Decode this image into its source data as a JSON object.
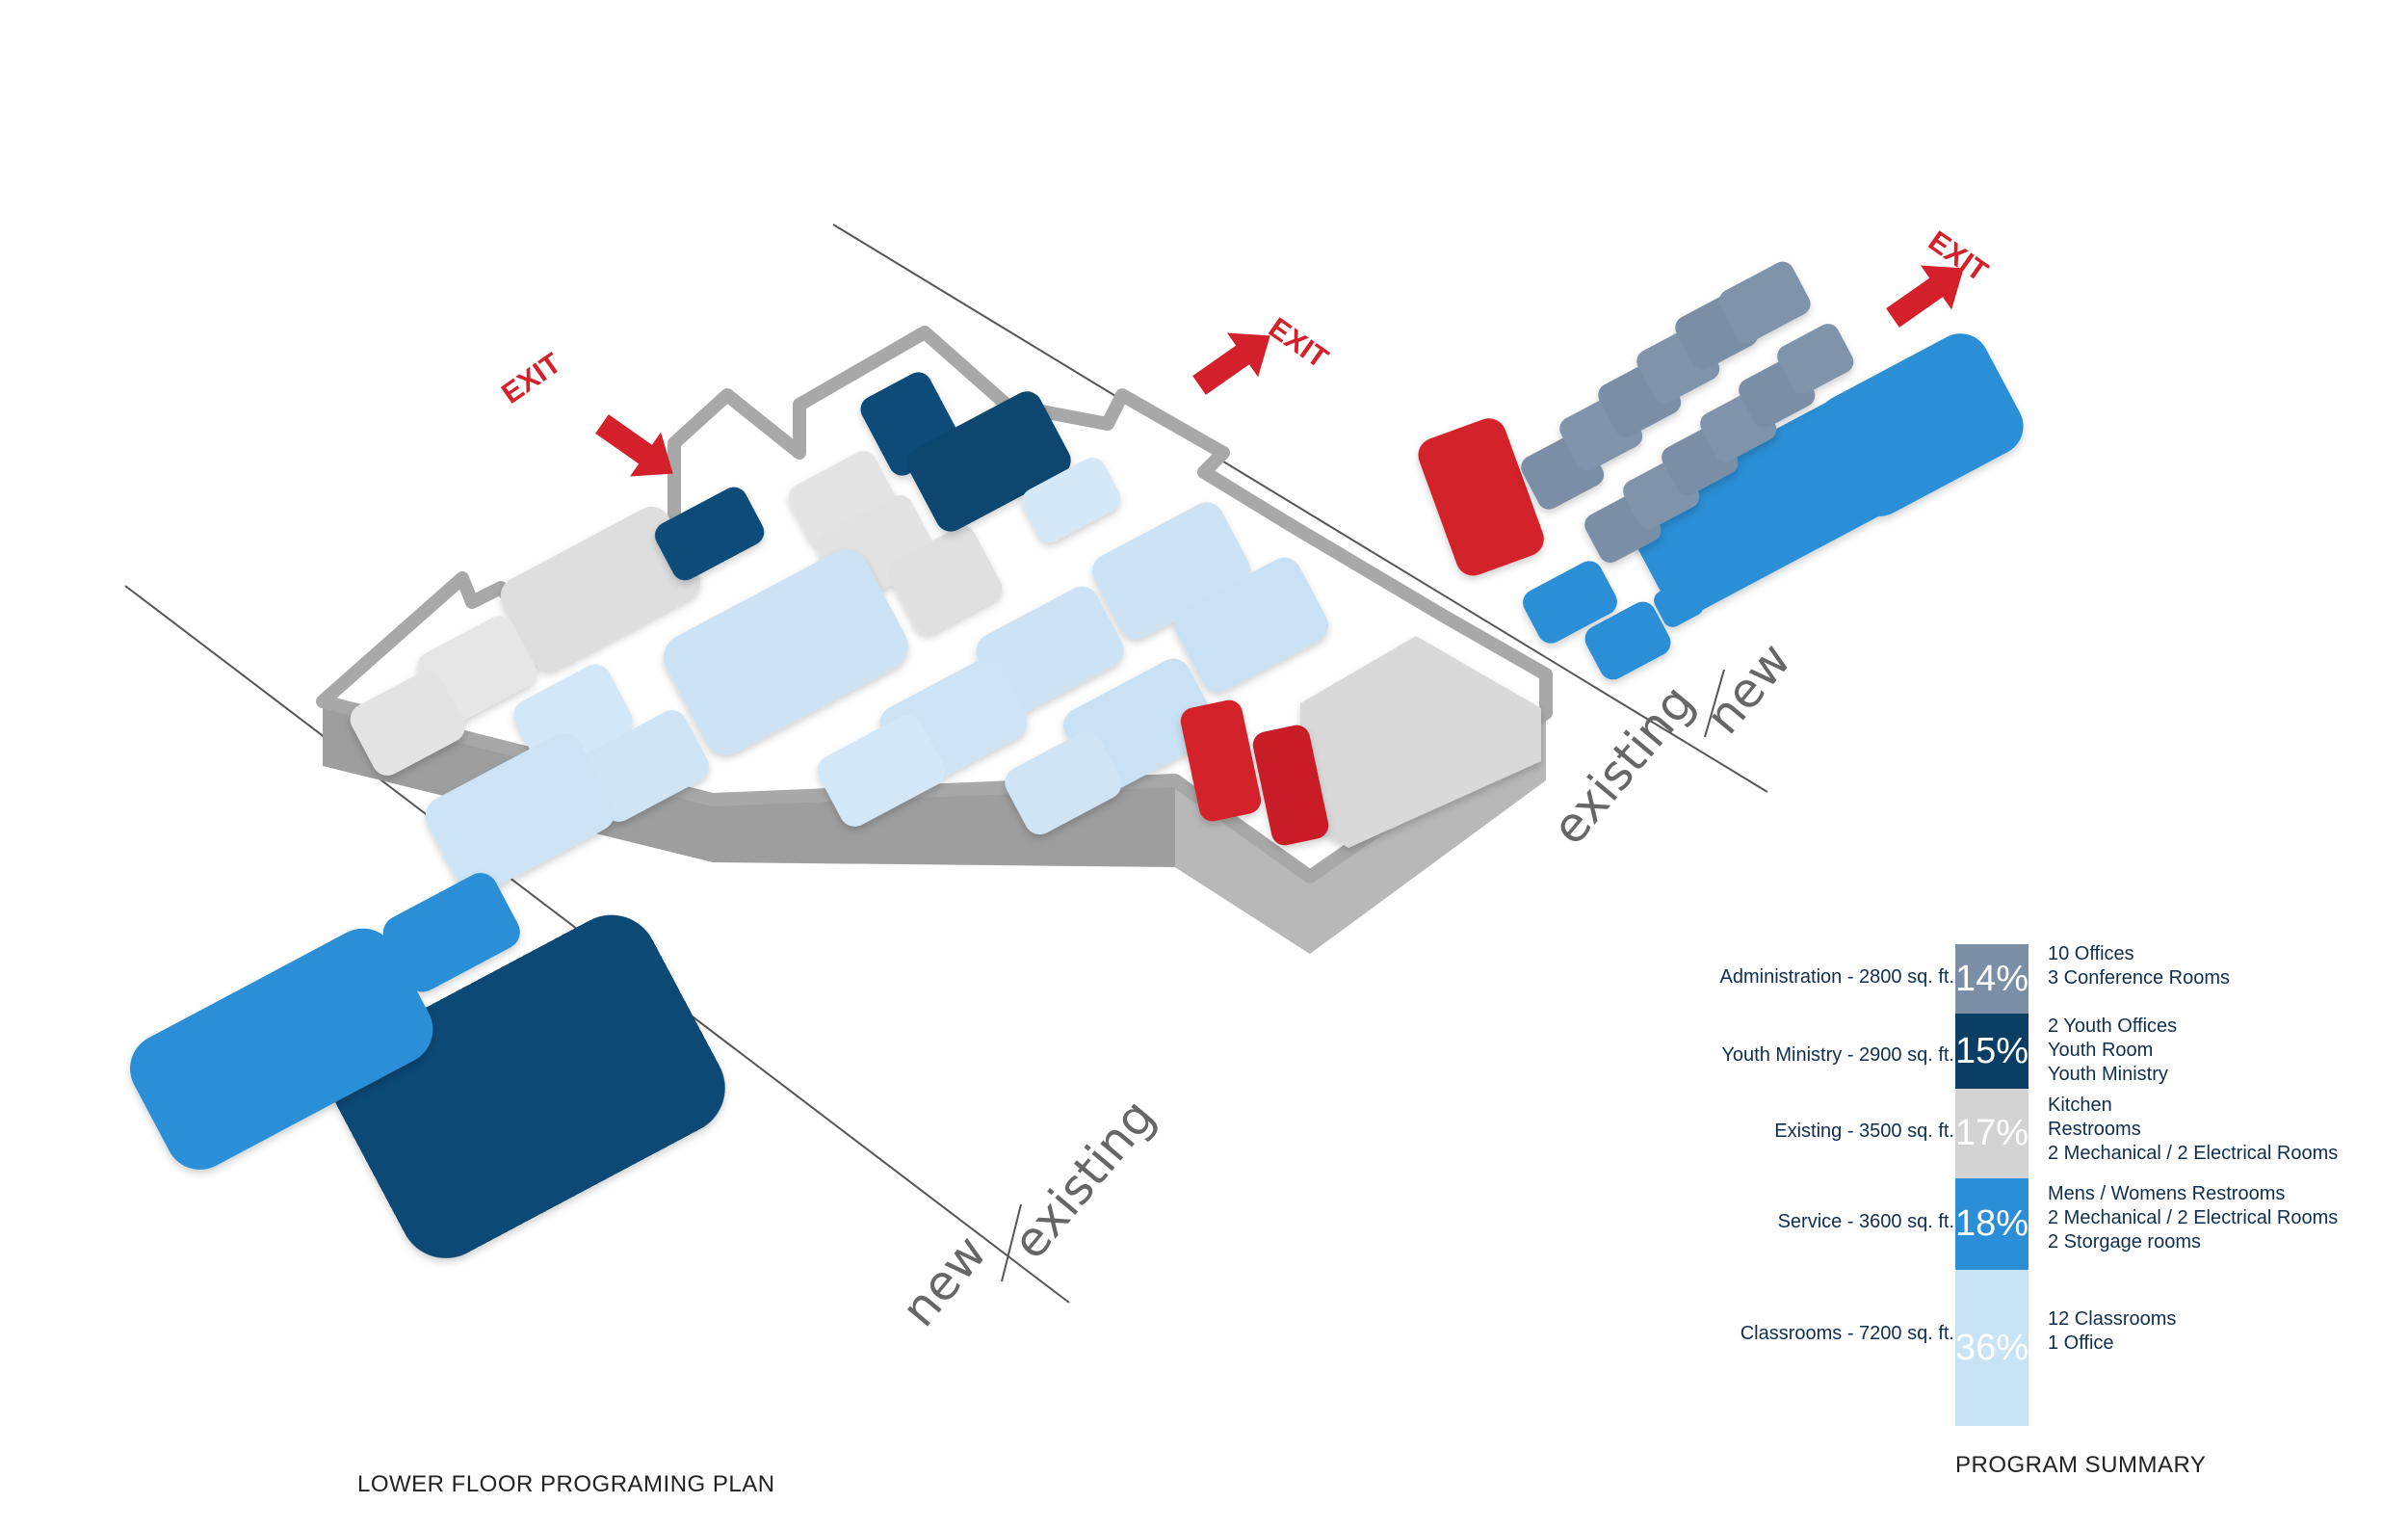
{
  "plan": {
    "exit_label": "EXIT",
    "boundary": {
      "new": "new",
      "existing": "existing"
    },
    "caption": "LOWER FLOOR PROGRAMING PLAN",
    "colors": {
      "administration": "#7a8fa6",
      "youth_ministry": "#0b4c78",
      "existing": "#d3d3d3",
      "service": "#2a8fd6",
      "classrooms": "#c9e3f6",
      "exit_red": "#d4202a"
    }
  },
  "summary": {
    "title": "PROGRAM SUMMARY",
    "rows": [
      {
        "category": "Administration - 2800 sq. ft.",
        "percent": "14%",
        "items": [
          "10 Offices",
          "3 Conference Rooms"
        ]
      },
      {
        "category": "Youth Ministry - 2900 sq. ft.",
        "percent": "15%",
        "items": [
          "2 Youth Offices",
          "Youth Room",
          "Youth Ministry"
        ]
      },
      {
        "category": "Existing - 3500 sq. ft.",
        "percent": "17%",
        "items": [
          "Kitchen",
          "Restrooms",
          "2 Mechanical / 2 Electrical Rooms"
        ]
      },
      {
        "category": "Service - 3600 sq. ft.",
        "percent": "18%",
        "items": [
          "Mens / Womens Restrooms",
          "2 Mechanical /  2 Electrical Rooms",
          "2 Storgage rooms"
        ]
      },
      {
        "category": "Classrooms - 7200 sq. ft.",
        "percent": "36%",
        "items": [
          "12 Classrooms",
          "1 Office"
        ]
      }
    ]
  }
}
